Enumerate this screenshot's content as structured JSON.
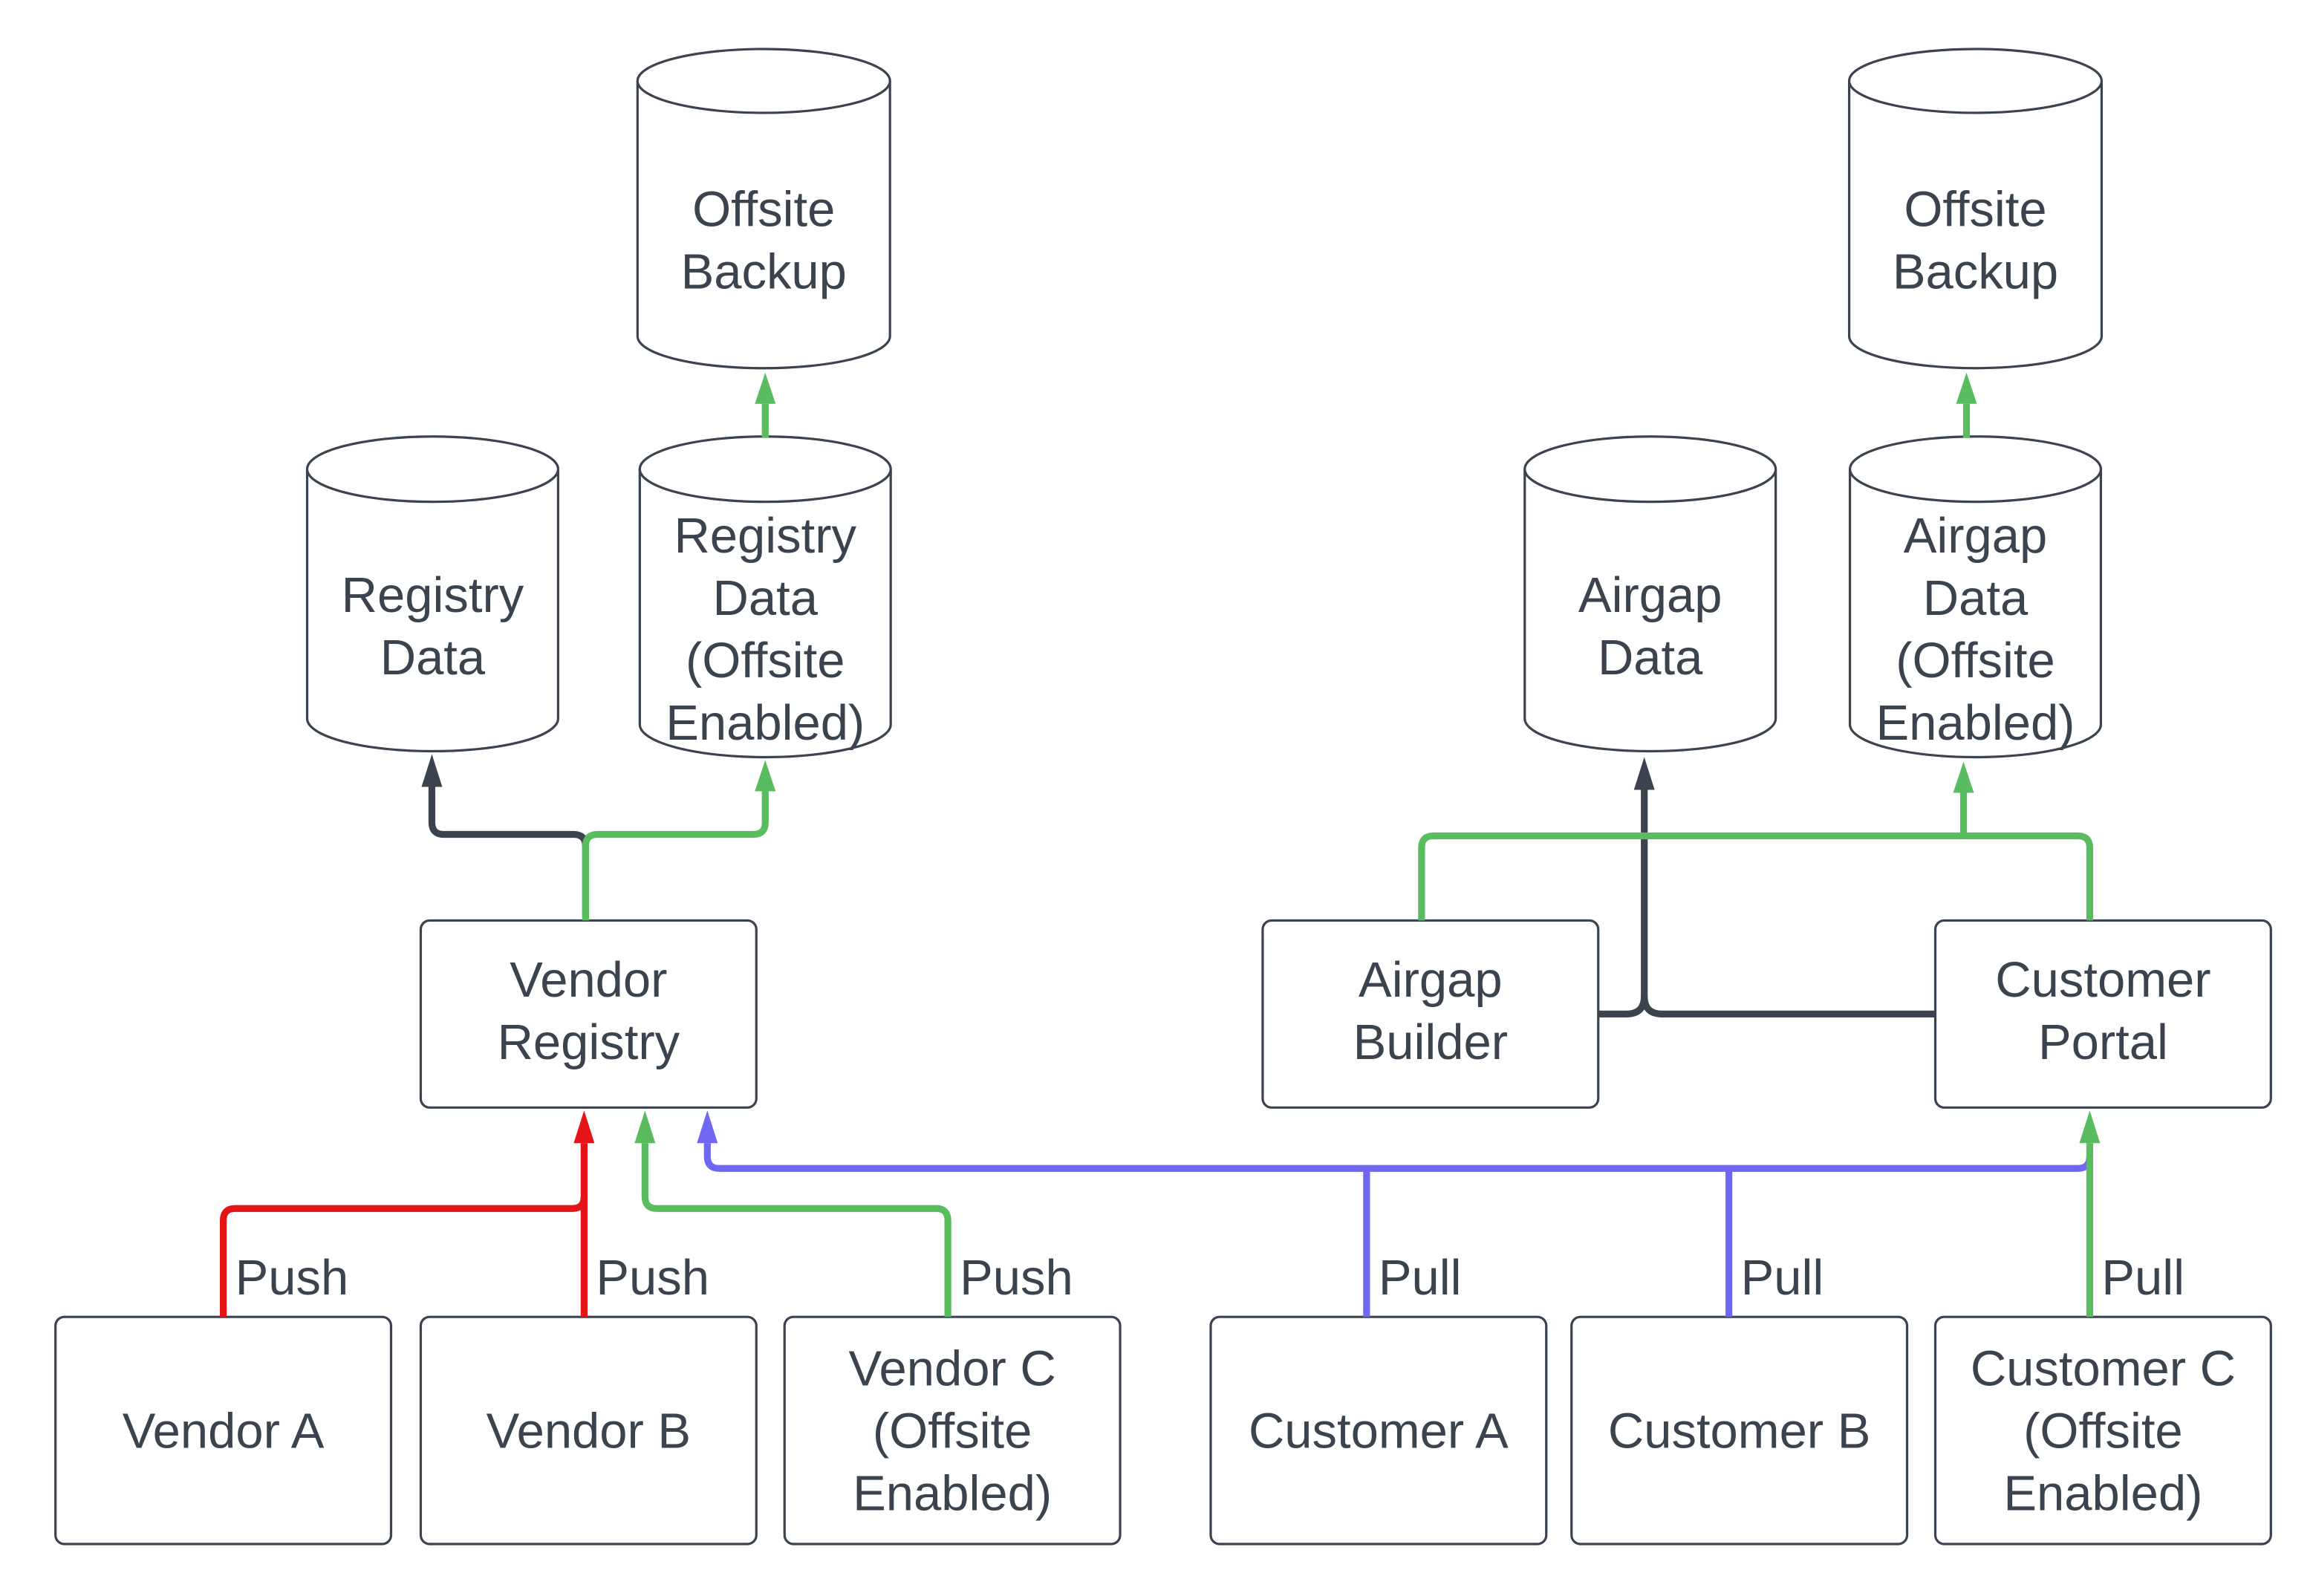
{
  "colors": {
    "ink": "#3b434e",
    "green": "#59bd5f",
    "red": "#e41417",
    "violet": "#6f66f2",
    "background": "#ffffff"
  },
  "nodes": {
    "offsite_backup_left": {
      "shape": "cylinder",
      "lines": [
        "Offsite",
        "Backup"
      ]
    },
    "registry_data": {
      "shape": "cylinder",
      "lines": [
        "Registry",
        "Data"
      ]
    },
    "registry_data_offsite": {
      "shape": "cylinder",
      "lines": [
        "Registry",
        "Data",
        "(Offsite",
        "Enabled)"
      ]
    },
    "vendor_registry": {
      "shape": "box",
      "lines": [
        "Vendor",
        "Registry"
      ]
    },
    "vendor_a": {
      "shape": "box",
      "lines": [
        "Vendor A"
      ]
    },
    "vendor_b": {
      "shape": "box",
      "lines": [
        "Vendor B"
      ]
    },
    "vendor_c": {
      "shape": "box",
      "lines": [
        "Vendor C",
        "(Offsite",
        "Enabled)"
      ]
    },
    "offsite_backup_right": {
      "shape": "cylinder",
      "lines": [
        "Offsite",
        "Backup"
      ]
    },
    "airgap_data": {
      "shape": "cylinder",
      "lines": [
        "Airgap",
        "Data"
      ]
    },
    "airgap_data_offsite": {
      "shape": "cylinder",
      "lines": [
        "Airgap",
        "Data",
        "(Offsite",
        "Enabled)"
      ]
    },
    "airgap_builder": {
      "shape": "box",
      "lines": [
        "Airgap",
        "Builder"
      ]
    },
    "customer_portal": {
      "shape": "box",
      "lines": [
        "Customer",
        "Portal"
      ]
    },
    "customer_a": {
      "shape": "box",
      "lines": [
        "Customer A"
      ]
    },
    "customer_b": {
      "shape": "box",
      "lines": [
        "Customer B"
      ]
    },
    "customer_c": {
      "shape": "box",
      "lines": [
        "Customer C",
        "(Offsite",
        "Enabled)"
      ]
    }
  },
  "edge_labels": {
    "push_vendor_a": "Push",
    "push_vendor_b": "Push",
    "push_vendor_c": "Push",
    "pull_customer_a": "Pull",
    "pull_customer_b": "Pull",
    "pull_customer_c": "Pull"
  }
}
